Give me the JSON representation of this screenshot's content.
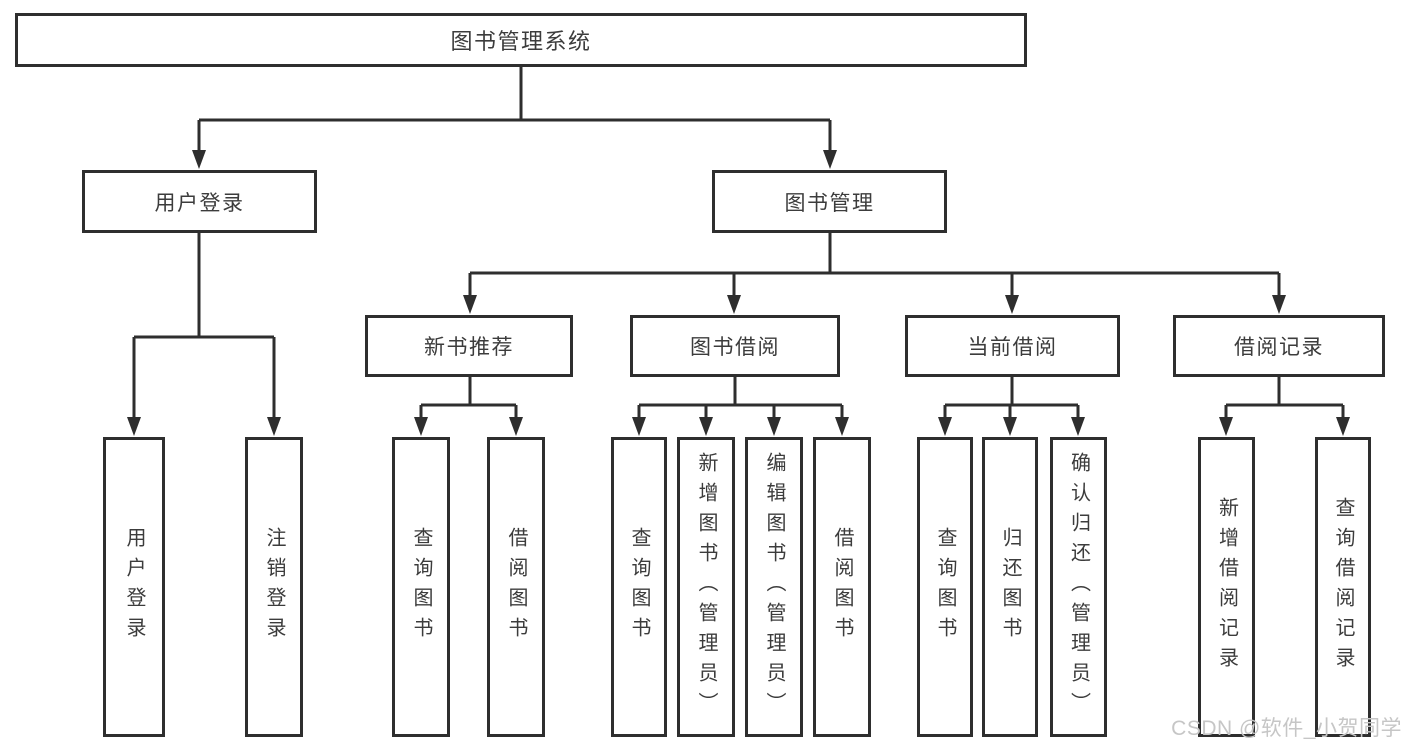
{
  "diagram": {
    "root": {
      "label": "图书管理系统"
    },
    "branches": [
      {
        "label": "用户登录",
        "children": [
          {
            "label": "用户登录"
          },
          {
            "label": "注销登录"
          }
        ]
      },
      {
        "label": "图书管理",
        "children": [
          {
            "label": "新书推荐",
            "children": [
              {
                "label": "查询图书"
              },
              {
                "label": "借阅图书"
              }
            ]
          },
          {
            "label": "图书借阅",
            "children": [
              {
                "label": "查询图书"
              },
              {
                "label": "新增图书（管理员）"
              },
              {
                "label": "编辑图书（管理员）"
              },
              {
                "label": "借阅图书"
              }
            ]
          },
          {
            "label": "当前借阅",
            "children": [
              {
                "label": "查询图书"
              },
              {
                "label": "归还图书"
              },
              {
                "label": "确认归还（管理员）"
              }
            ]
          },
          {
            "label": "借阅记录",
            "children": [
              {
                "label": "新增借阅记录"
              },
              {
                "label": "查询借阅记录"
              }
            ]
          }
        ]
      }
    ]
  },
  "watermark": {
    "text": "CSDN @软件_小贺同学"
  },
  "colors": {
    "line": "#2e2e2e",
    "box_border": "#2e2e2e",
    "text": "#3c3c3c",
    "watermark": "#c6c6c6",
    "background": "#ffffff"
  }
}
